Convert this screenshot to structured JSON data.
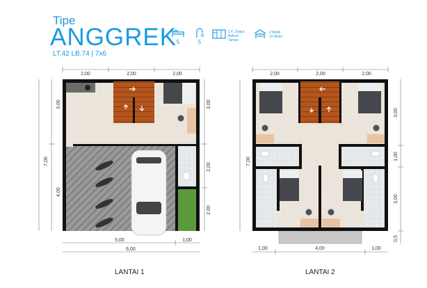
{
  "header": {
    "type_label": "Tipe",
    "type_name": "ANGGREK",
    "specs": "LT.42  LB.74 | 7x6"
  },
  "features": [
    {
      "icon": "bed-icon",
      "value": "5"
    },
    {
      "icon": "shower-icon",
      "value": "5"
    },
    {
      "icon": "cabinet-icon",
      "lines": [
        "1 K. Dapur",
        "Balkon",
        "Taman"
      ]
    },
    {
      "icon": "garage-icon",
      "lines": [
        "2 Mobil",
        "10 Motor"
      ]
    }
  ],
  "plans": [
    {
      "label": "LANTAI 1",
      "dims_top": [
        "2,00",
        "2,00",
        "2,00"
      ],
      "dims_left": [
        "7,00",
        "3,00",
        "4,00"
      ],
      "dims_right": [
        "3,00",
        "2,00",
        "2,00"
      ],
      "dims_bottom": [
        "5,00",
        "1,00",
        "6,00"
      ]
    },
    {
      "label": "LANTAI 2",
      "dims_top": [
        "2,00",
        "2,00",
        "2,00"
      ],
      "dims_left": [
        "7,00"
      ],
      "dims_right": [
        "3,00",
        "1,00",
        "3,00",
        "0,5"
      ],
      "dims_bottom": [
        "1,00",
        "4,00",
        "1,00"
      ]
    }
  ],
  "colors": {
    "accent": "#1a9be0",
    "wall": "#111111",
    "floor": "#ece6dc",
    "stairs": "#b4561c",
    "grass": "#5a9a3a",
    "paving": "#8e8e8e"
  }
}
